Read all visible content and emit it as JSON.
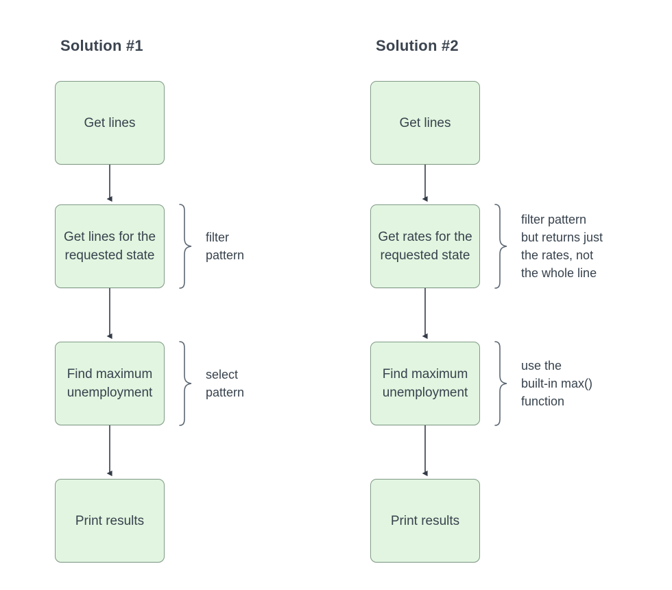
{
  "diagram": {
    "title_color": "#3b444f",
    "node_fill": "#e2f5e0",
    "node_border": "#7f9a85",
    "node_text_color": "#37424d",
    "connector_color": "#333b47",
    "brace_color": "#5b6672",
    "columns": [
      {
        "id": "solution-1",
        "title": "Solution #1",
        "nodes": [
          {
            "id": "get-lines",
            "label": "Get lines"
          },
          {
            "id": "get-lines-state",
            "label": "Get lines for the requested state"
          },
          {
            "id": "find-max",
            "label": "Find maximum unemployment"
          },
          {
            "id": "print-results",
            "label": "Print results"
          }
        ],
        "annotations": [
          {
            "id": "filter-pattern",
            "text": "filter\npattern"
          },
          {
            "id": "select-pattern",
            "text": "select\npattern"
          }
        ]
      },
      {
        "id": "solution-2",
        "title": "Solution #2",
        "nodes": [
          {
            "id": "get-lines",
            "label": "Get lines"
          },
          {
            "id": "get-rates-state",
            "label": "Get rates for the requested state"
          },
          {
            "id": "find-max",
            "label": "Find maximum unemployment"
          },
          {
            "id": "print-results",
            "label": "Print results"
          }
        ],
        "annotations": [
          {
            "id": "filter-pattern-rates",
            "text": "filter pattern\nbut returns just\nthe rates, not\nthe whole line"
          },
          {
            "id": "builtin-max",
            "text": "use the\nbuilt-in max()\nfunction"
          }
        ]
      }
    ]
  }
}
